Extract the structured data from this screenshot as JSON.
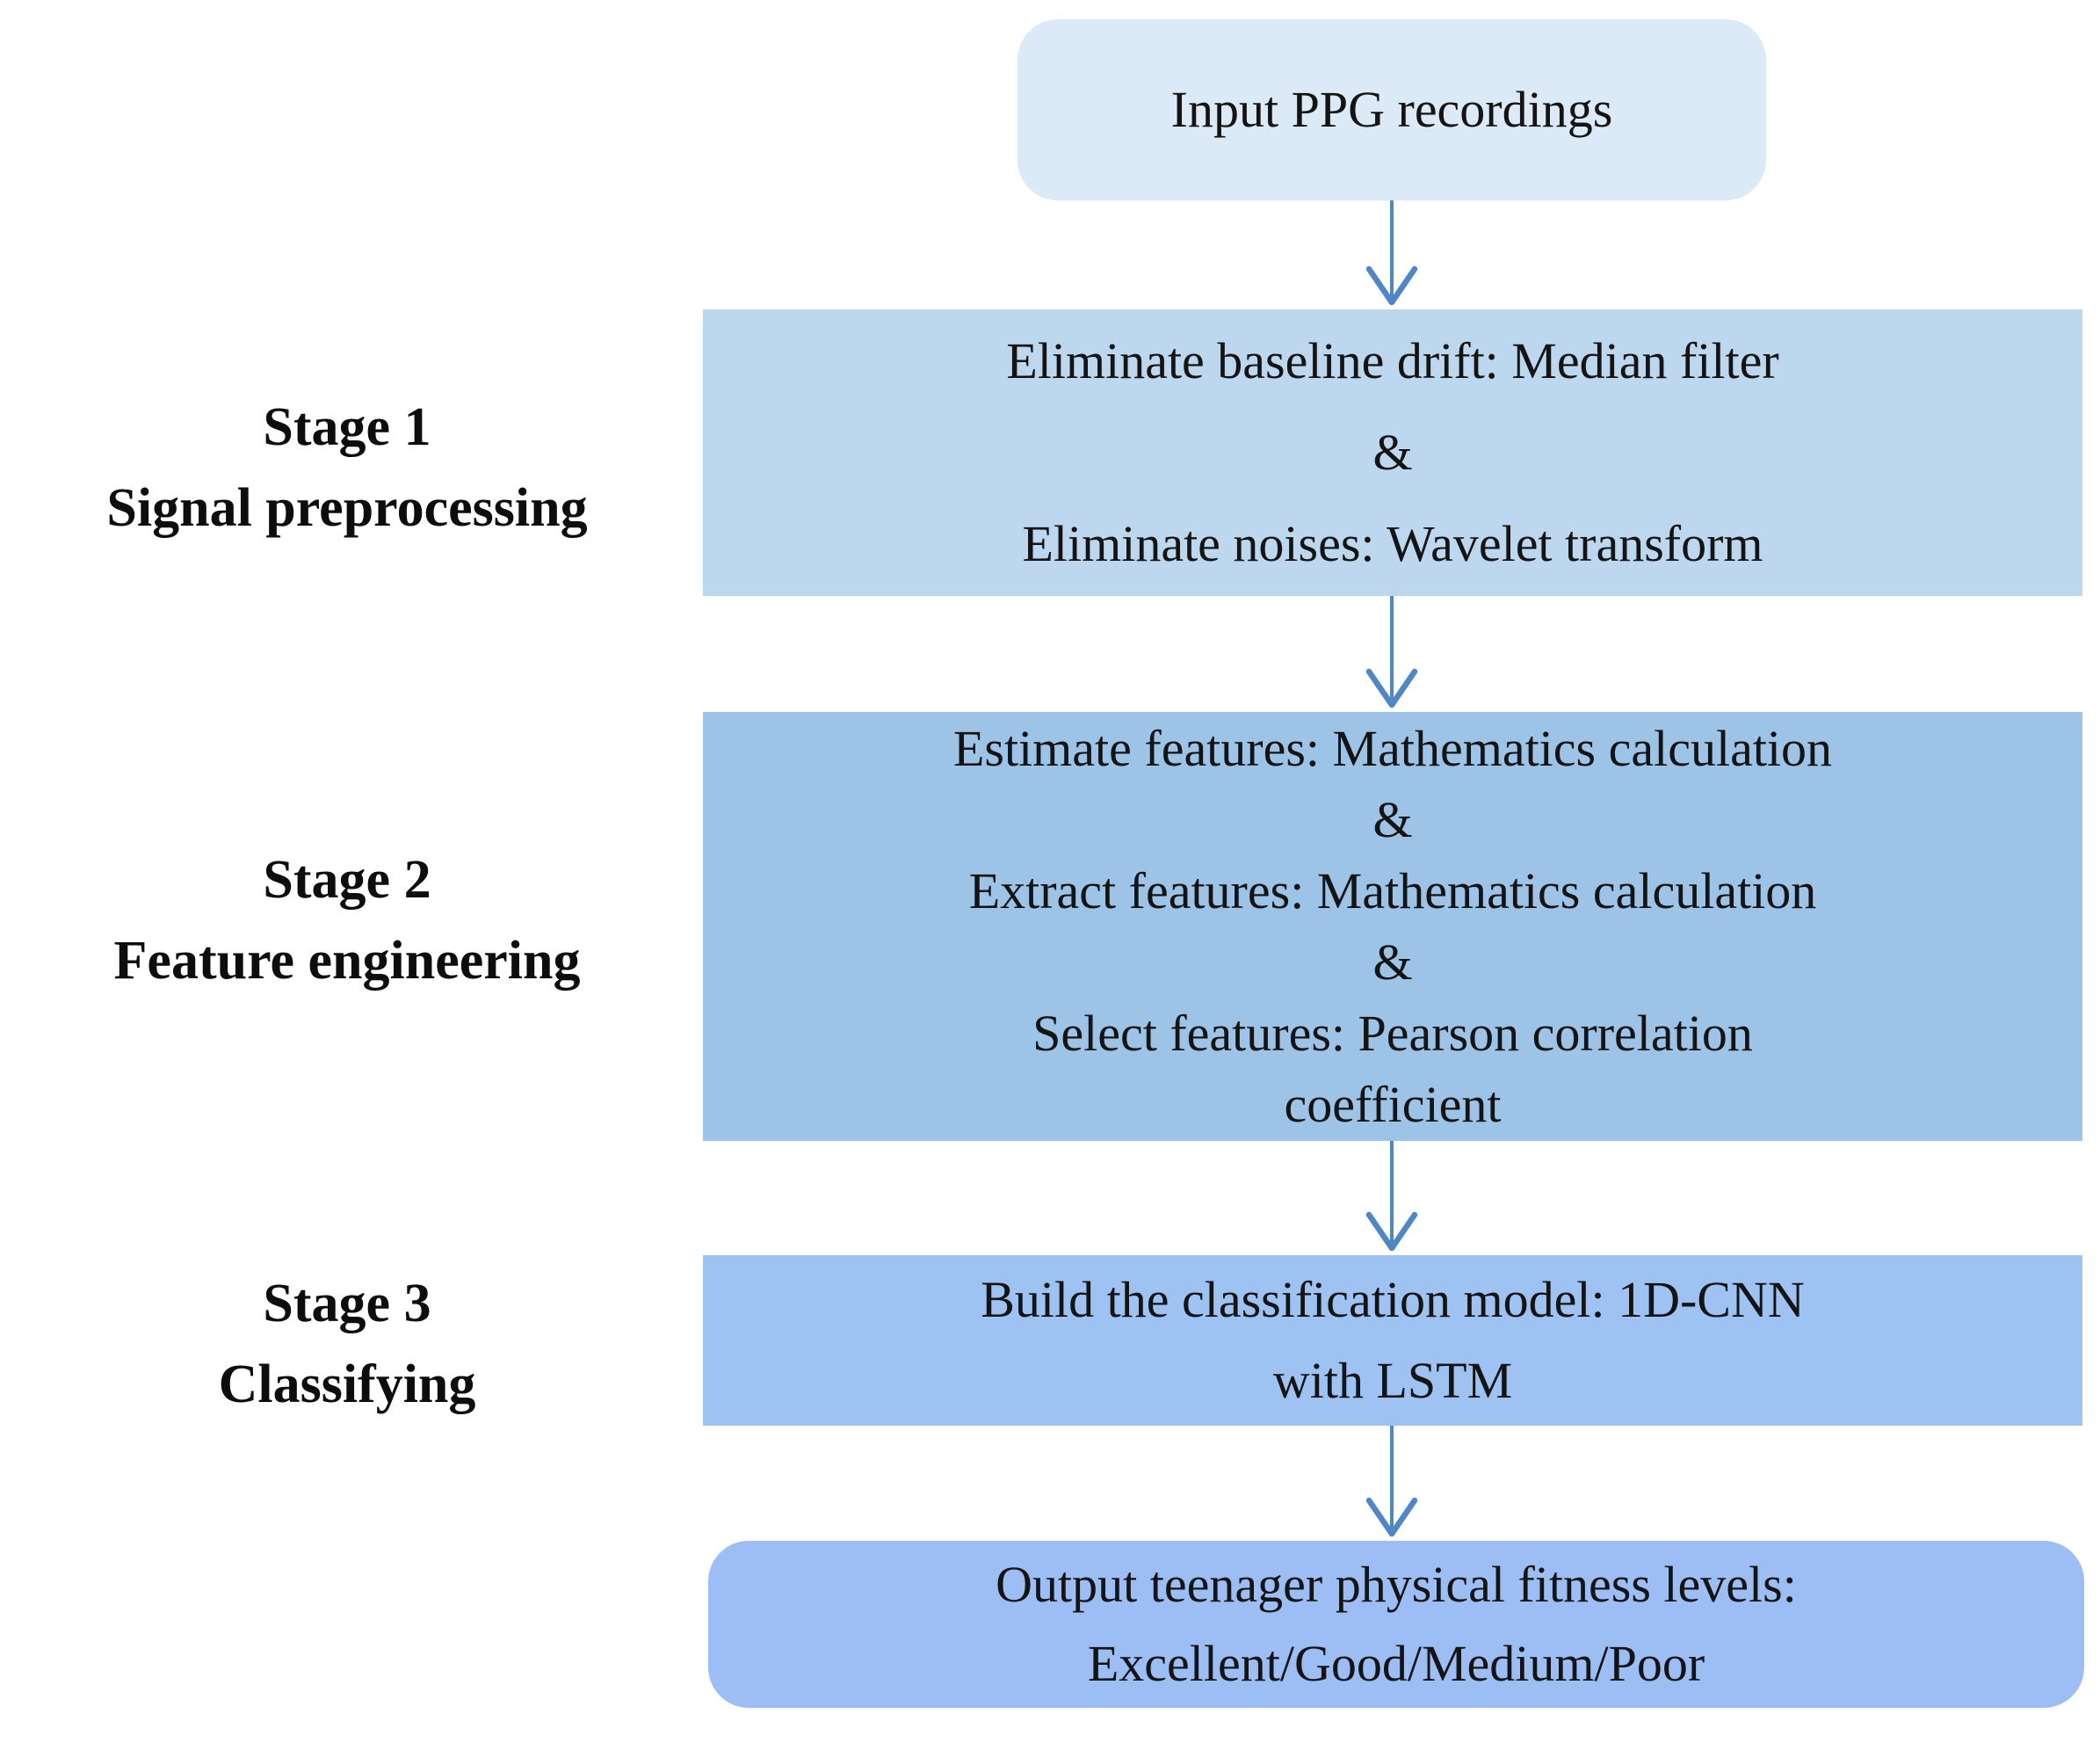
{
  "colors": {
    "input_fill": "#dce9f6",
    "stage1_fill": "#bdd7ee",
    "stage2_fill": "#9dc3e6",
    "stage3_fill": "#9ec3f3",
    "output_fill": "#9cbef5",
    "arrow": "#4f86c6",
    "text": "#111111"
  },
  "stages": [
    {
      "title": "Stage 1",
      "subtitle": "Signal preprocessing"
    },
    {
      "title": "Stage 2",
      "subtitle": "Feature engineering"
    },
    {
      "title": "Stage 3",
      "subtitle": "Classifying"
    }
  ],
  "nodes": {
    "input": {
      "lines": [
        "Input PPG recordings"
      ]
    },
    "stage1": {
      "lines": [
        "Eliminate baseline drift: Median filter",
        "&",
        "Eliminate noises: Wavelet transform"
      ]
    },
    "stage2": {
      "lines": [
        "Estimate features: Mathematics calculation",
        "&",
        "Extract features: Mathematics calculation",
        "&",
        "Select features: Pearson correlation",
        "coefficient"
      ]
    },
    "stage3": {
      "lines": [
        "Build the classification model: 1D-CNN",
        "with LSTM"
      ]
    },
    "output": {
      "lines": [
        "Output teenager physical fitness levels:",
        "Excellent/Good/Medium/Poor"
      ]
    }
  }
}
